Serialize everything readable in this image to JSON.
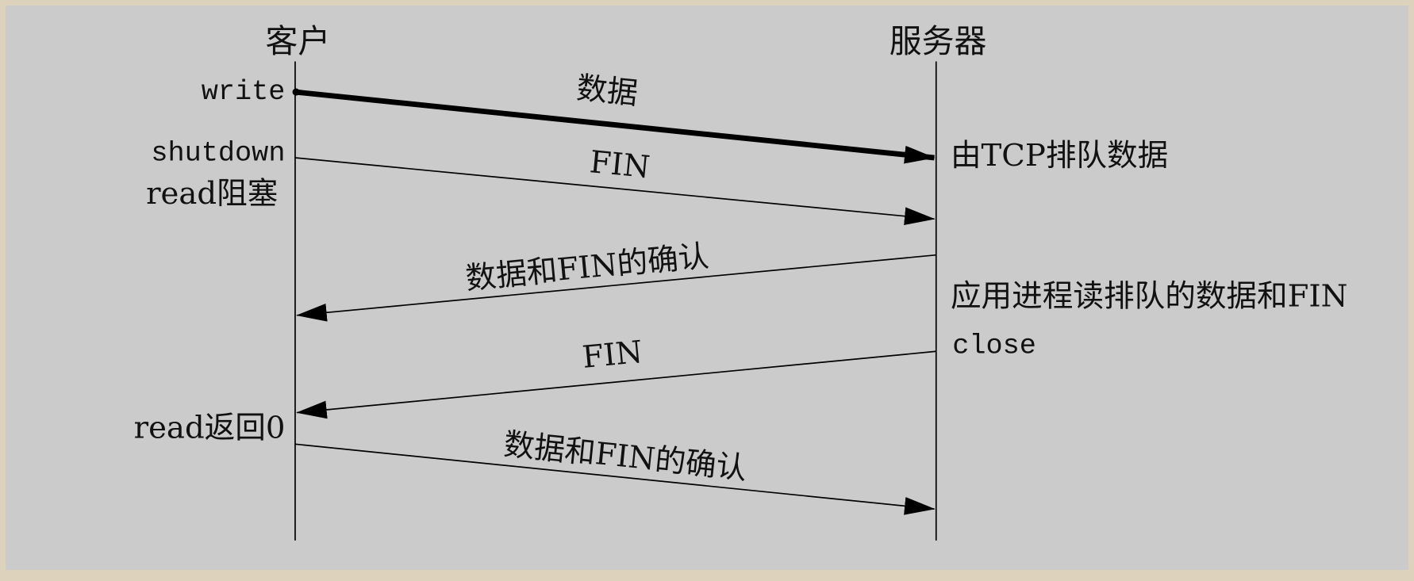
{
  "title": "TCP shutdown sequence",
  "participants": {
    "client": "客户",
    "server": "服务器"
  },
  "client_events": {
    "write": "write",
    "shutdown": "shutdown",
    "read_block": "read阻塞",
    "read_return": "read返回0"
  },
  "server_events": {
    "queued": "由TCP排队数据",
    "app_reads": "应用进程读排队的数据和FIN",
    "close": "close"
  },
  "messages": [
    {
      "label": "数据",
      "direction": "client-to-server",
      "emphasis": "bold"
    },
    {
      "label": "FIN",
      "direction": "client-to-server"
    },
    {
      "label": "数据和FIN的确认",
      "direction": "server-to-client"
    },
    {
      "label": "FIN",
      "direction": "server-to-client"
    },
    {
      "label": "数据和FIN的确认",
      "direction": "client-to-server"
    }
  ]
}
